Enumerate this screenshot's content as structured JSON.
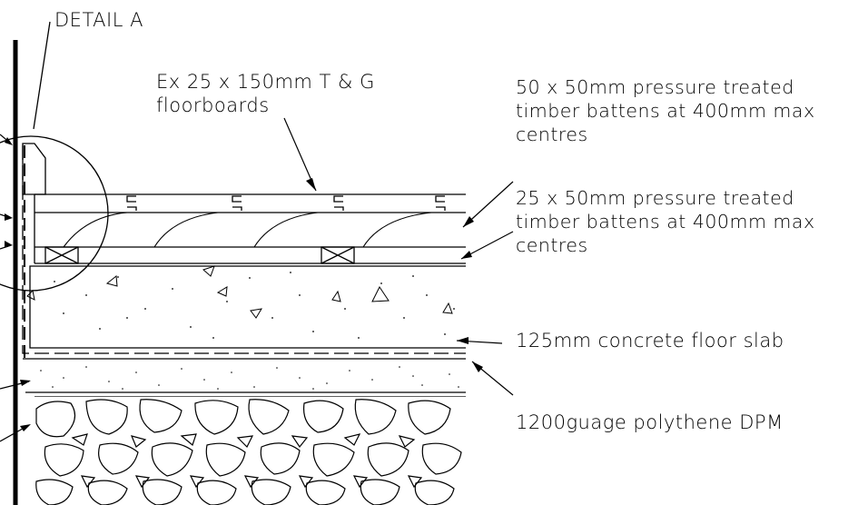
{
  "labels": {
    "detail": "DETAIL A",
    "floorboards": "Ex 25 x 150mm T & G\nfloorboards",
    "battens_50": "50 x 50mm pressure treated\ntimber battens at 400mm max\ncentres",
    "battens_25": "25 x 50mm pressure treated\ntimber battens at 400mm max\ncentres",
    "slab": "125mm concrete floor slab",
    "dpm": "1200guage polythene DPM"
  }
}
